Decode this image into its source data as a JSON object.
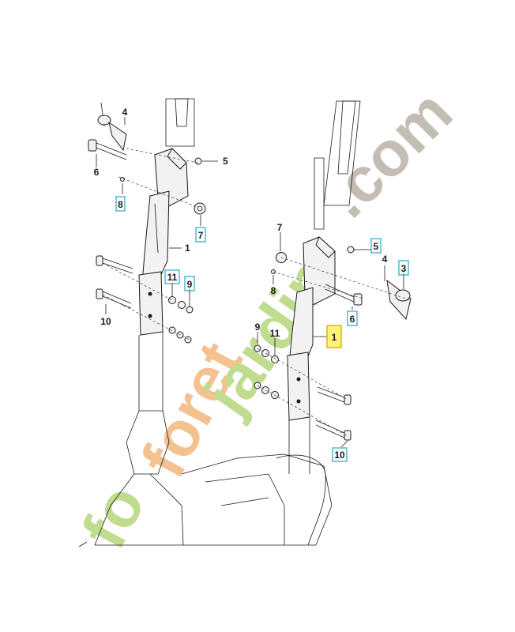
{
  "labels": {
    "left": {
      "l4": "4",
      "l6": "6",
      "l5": "5",
      "l8": "8",
      "l7": "7",
      "l1": "1",
      "l11": "11",
      "l9": "9",
      "l10": "10"
    },
    "right": {
      "r7": "7",
      "r5": "5",
      "r4": "4",
      "r3": "3",
      "r8": "8",
      "r6": "6",
      "r9": "9",
      "r11": "11",
      "r1": "1",
      "r10": "10"
    }
  },
  "watermark": {
    "text_orange": "foret",
    "text_green_1": "jardin",
    "text_green_2": ".com",
    "color_green": "#b5d67a",
    "color_orange": "#f2b67c",
    "color_gray": "#b9b2a6"
  },
  "colors": {
    "callout_box": "#2aa5d0",
    "highlight_fill": "#fff27a",
    "line": "#1a1a1a"
  }
}
